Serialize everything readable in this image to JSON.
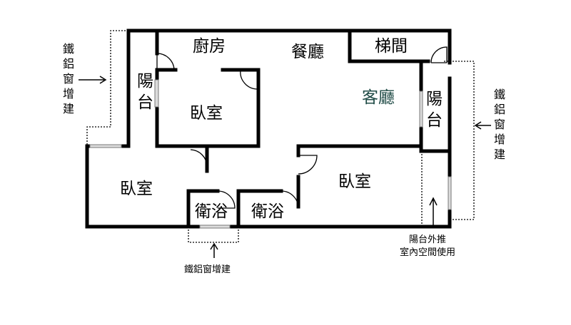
{
  "rooms": {
    "kitchen": "廚房",
    "dining": "餐廳",
    "stair": "梯間",
    "balcony_left": "陽台",
    "balcony_right": "陽台",
    "living": "客廳",
    "bedroom_top": "臥室",
    "bedroom_left": "臥室",
    "bedroom_right": "臥室",
    "bath_left": "衛浴",
    "bath_right": "衛浴"
  },
  "notes": {
    "left_extension": "鐵鋁窗增建",
    "right_extension": "鐵鋁窗增建",
    "bottom_extension": "鐵鋁窗增建",
    "balcony_line1": "陽台外推",
    "balcony_line2": "室內空間使用"
  },
  "colors": {
    "living_label": "#1f4b46",
    "walls": "#000000"
  }
}
